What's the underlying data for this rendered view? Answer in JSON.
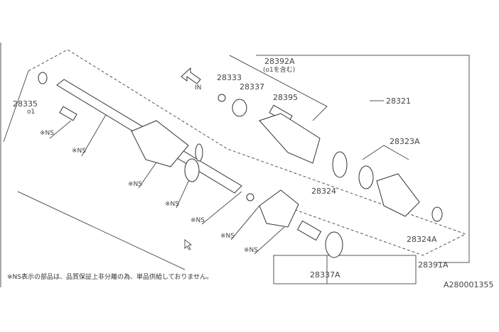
{
  "diagram": {
    "labels": {
      "p28392A": "28392A",
      "p28392A_note": "(o1を含む)",
      "p28333": "28333",
      "p28337": "28337",
      "p28395": "28395",
      "p28321": "28321",
      "p28335": "28335",
      "o1": "o1",
      "p28323A": "28323A",
      "p28324": "28324",
      "p28324A": "28324A",
      "p28391A": "28391A",
      "p28337A": "28337A",
      "in_arrow": "IN"
    },
    "ns_marks": [
      "※NS",
      "※NS",
      "※NS",
      "※NS",
      "※NS",
      "※NS",
      "※NS"
    ],
    "footnote": "※NS表示の部品は、品質保証上非分離の為、単品供給しておりません。",
    "diagram_id": "A280001355"
  }
}
